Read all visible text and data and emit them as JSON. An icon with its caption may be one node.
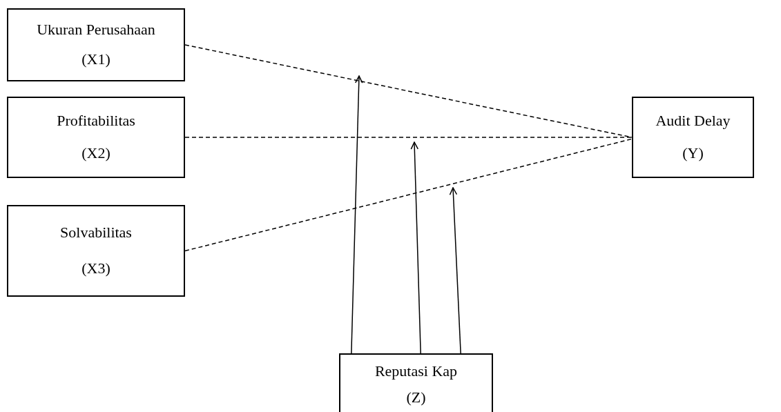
{
  "diagram": {
    "nodes": [
      {
        "text": [
          "Ukuran Perusahaan",
          "(X1)"
        ]
      },
      {
        "text": [
          "Profitabilitas",
          "(X2)"
        ]
      },
      {
        "text": [
          "Solvabilitas",
          "(X3)"
        ]
      },
      {
        "text": [
          "Audit Delay",
          "(Y)"
        ]
      },
      {
        "text": [
          "Reputasi Kap",
          "(Z)"
        ]
      }
    ],
    "edges": [
      {
        "from": 0,
        "to": 3,
        "arrow": "none",
        "style": "dashed"
      },
      {
        "from": 1,
        "to": 3,
        "arrow": "none",
        "style": "dashed"
      },
      {
        "from": 2,
        "to": 3,
        "arrow": "none",
        "style": "dashed"
      },
      {
        "from": 4,
        "to": null,
        "arrow": "to"
      },
      {
        "from": 4,
        "to": null,
        "arrow": "to"
      },
      {
        "from": 4,
        "to": null,
        "arrow": "to"
      }
    ]
  }
}
